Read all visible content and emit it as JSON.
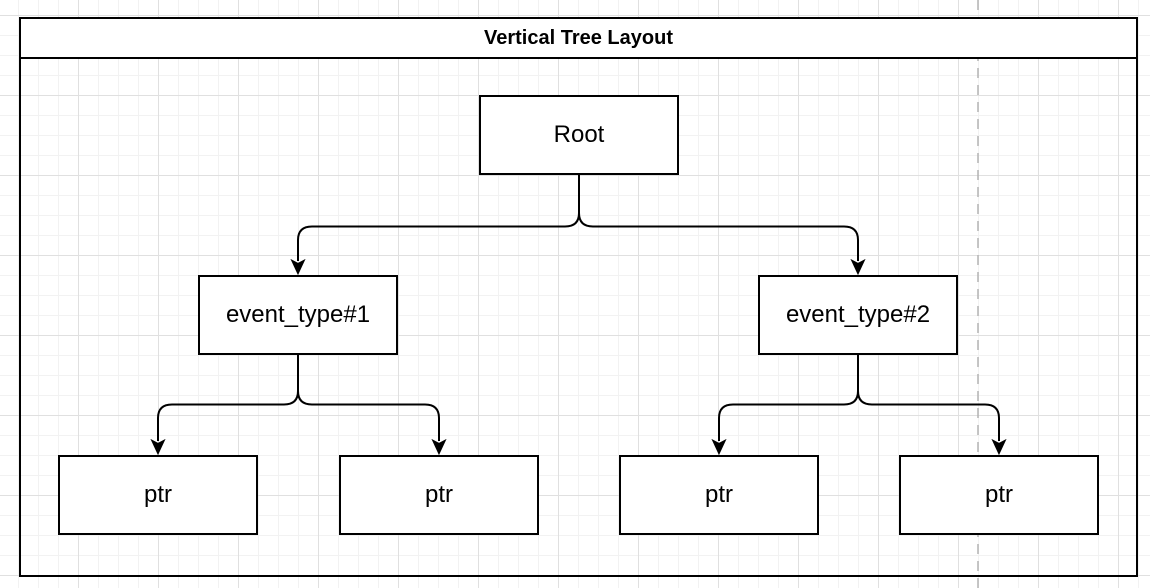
{
  "diagram": {
    "title": "Vertical Tree Layout",
    "nodes": [
      {
        "id": "root",
        "label": "Root"
      },
      {
        "id": "event1",
        "label": "event_type#1"
      },
      {
        "id": "event2",
        "label": "event_type#2"
      },
      {
        "id": "ptr1",
        "label": "ptr"
      },
      {
        "id": "ptr2",
        "label": "ptr"
      },
      {
        "id": "ptr3",
        "label": "ptr"
      },
      {
        "id": "ptr4",
        "label": "ptr"
      }
    ],
    "edges": [
      {
        "from": "Root",
        "to": "event_type#1"
      },
      {
        "from": "Root",
        "to": "event_type#2"
      },
      {
        "from": "event_type#1",
        "to": "ptr (1)"
      },
      {
        "from": "event_type#1",
        "to": "ptr (2)"
      },
      {
        "from": "event_type#2",
        "to": "ptr (3)"
      },
      {
        "from": "event_type#2",
        "to": "ptr (4)"
      }
    ],
    "colors": {
      "node_fill": "#ffffff",
      "stroke": "#000000",
      "grid_minor": "#f2f2f2",
      "grid_major": "#e0e0e0",
      "page_divider": "#b3b3b3"
    }
  }
}
